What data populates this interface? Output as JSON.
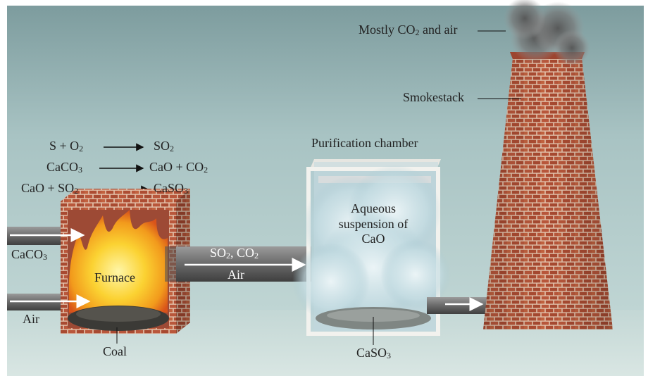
{
  "reactions": [
    {
      "left": [
        "S + O",
        "2"
      ],
      "right": [
        "SO",
        "2"
      ]
    },
    {
      "left": [
        "CaCO",
        "3"
      ],
      "right": [
        "CaO + CO",
        "2"
      ]
    },
    {
      "left": [
        "CaO + SO",
        "2"
      ],
      "right": [
        "CaSO",
        "3"
      ]
    }
  ],
  "labels": {
    "furnace": "Furnace",
    "coal": "Coal",
    "caco3": [
      "CaCO",
      "3"
    ],
    "air_in": "Air",
    "pipe_gas": {
      "a": "SO",
      "a_sub": "2",
      "b": ", CO",
      "b_sub": "2",
      "air": "Air"
    },
    "chamber": "Purification chamber",
    "suspension": [
      "Aqueous",
      "suspension of",
      "CaO"
    ],
    "caso3": [
      "CaSO",
      "3"
    ],
    "smokestack": "Smokestack",
    "exhaust": {
      "a": "Mostly CO",
      "a_sub": "2",
      "b": " and air"
    }
  },
  "colors": {
    "brick": "#b8553a",
    "mortar": "#e6c9b4",
    "fire": "#f6c023",
    "pipe": "#6a6a6a",
    "background": "#a4c0c1"
  }
}
